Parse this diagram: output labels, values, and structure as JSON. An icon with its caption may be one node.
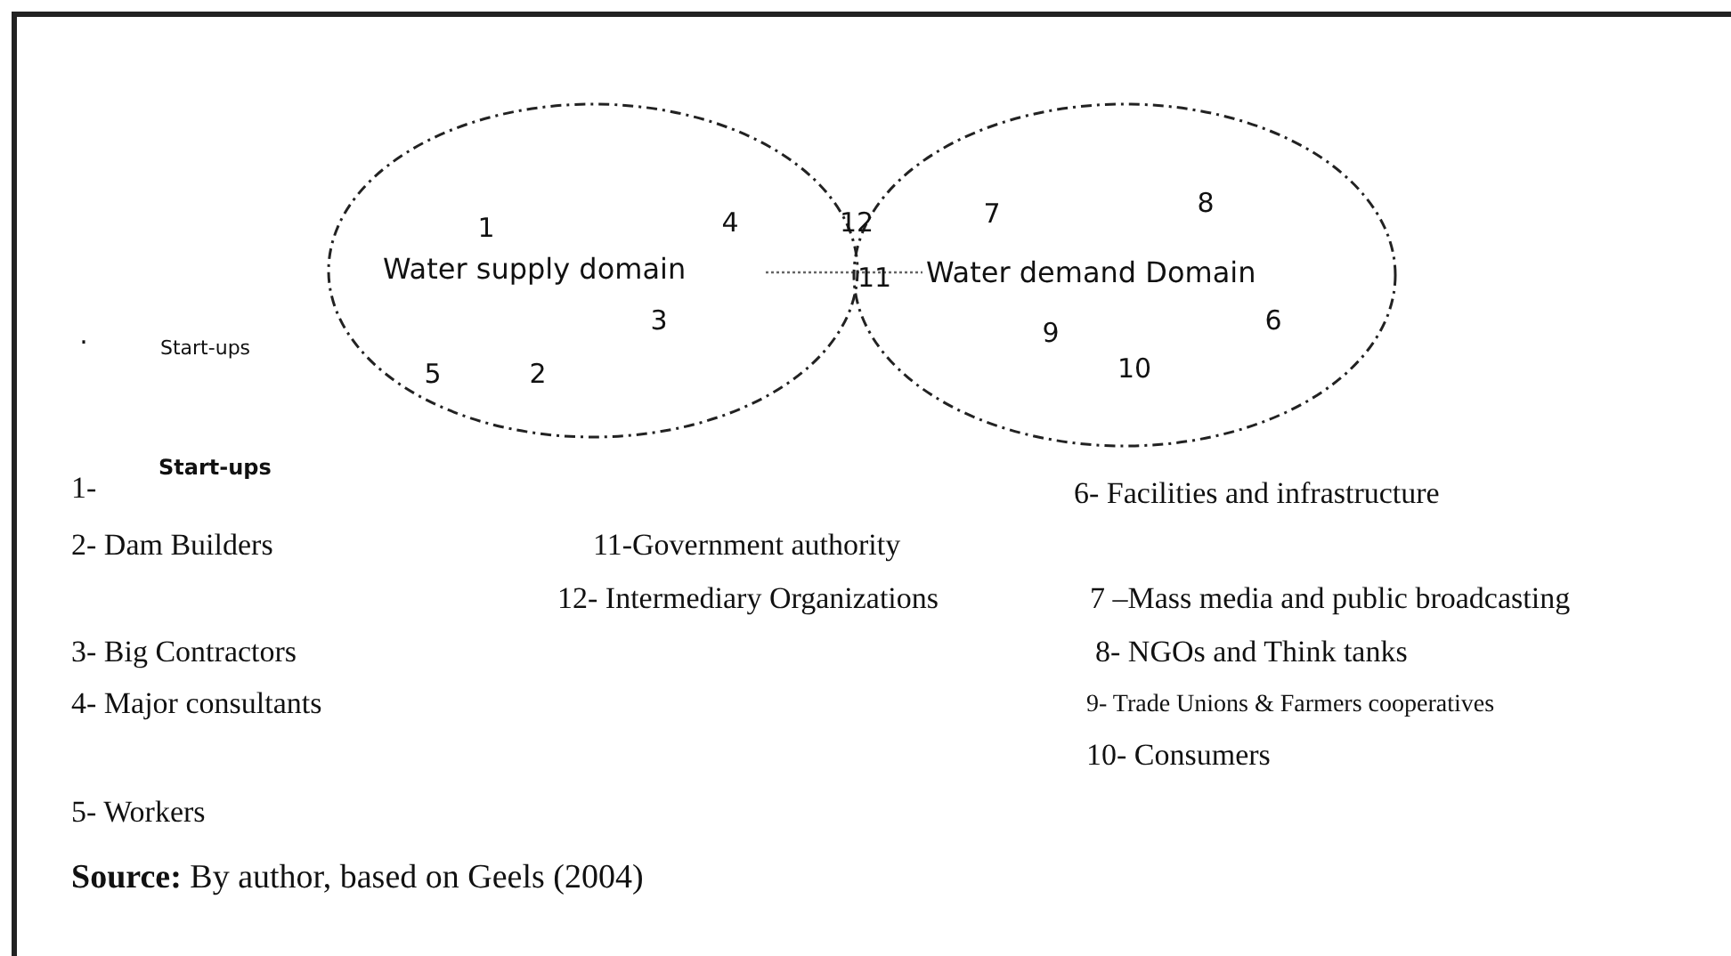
{
  "diagram": {
    "caption": "**Source:** By author, based on Geels (2004)",
    "nodes": [
      {
        "text": [
          "Water supply domain"
        ]
      },
      {
        "text": [
          "Water demand Domain"
        ]
      }
    ],
    "edges": [
      {
        "from": 0,
        "to": 1,
        "arrow": "none",
        "style": "dashed"
      }
    ],
    "labels": [
      "1",
      "7",
      "8",
      "4",
      "12",
      "11",
      "3",
      ".",
      "Start-ups",
      "9",
      "6",
      "5",
      "2",
      "10",
      "Start-ups",
      "1-",
      "6- Facilities and infrastructure",
      "2- Dam Builders",
      "11-Government authority",
      "12- Intermediary Organizations",
      "7 –Mass media and public broadcasting",
      "3- Big Contractors",
      "8- NGOs and Think tanks",
      "4- Major consultants",
      "9- Trade Unions & Farmers cooperatives",
      "10- Consumers",
      "5- Workers"
    ]
  }
}
